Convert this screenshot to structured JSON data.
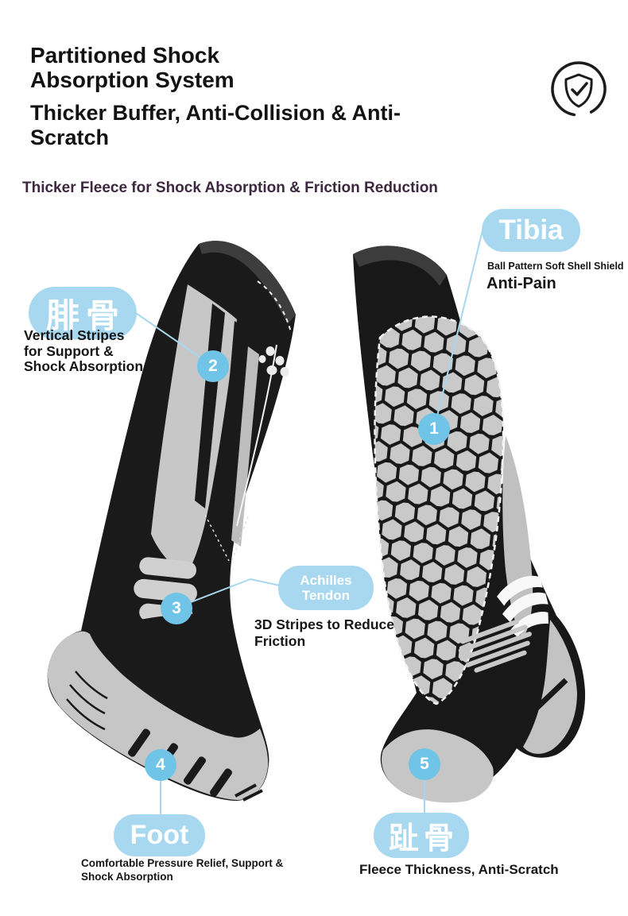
{
  "header": {
    "title_line1": "Partitioned Shock",
    "title_line2": "Absorption System",
    "subtitle_line1": "Thicker Buffer, Anti-Collision & Anti-",
    "subtitle_line2": "Scratch"
  },
  "tagline": {
    "text": "Thicker Fleece for Shock Absorption & Friction Reduction"
  },
  "callouts": {
    "tibia": {
      "number": "1",
      "label": "Tibia",
      "sub_label": "Ball Pattern Soft Shell Shield",
      "highlight": "Anti-Pain"
    },
    "fibula": {
      "number": "2",
      "label": "腓骨",
      "desc_lines": [
        "Vertical Stripes",
        "for Support &",
        "Shock Absorption"
      ]
    },
    "achilles": {
      "number": "3",
      "label_lines": [
        "Achilles",
        "Tendon"
      ],
      "desc_lines": [
        "3D Stripes to Reduce",
        "Friction"
      ]
    },
    "foot": {
      "number": "4",
      "label": "Foot",
      "desc_lines": [
        "Comfortable Pressure Relief, Support &",
        "Shock Absorption"
      ]
    },
    "toe": {
      "number": "5",
      "label": "趾骨",
      "desc": "Fleece Thickness, Anti-Scratch"
    }
  },
  "icons": {
    "badge": "shield-check-icon"
  },
  "colors": {
    "background": "#ffffff",
    "heading_text": "#121212",
    "tagline_text": "#3d2840",
    "callout_bubble": "#a8d8ef",
    "marker_circle": "#6fc4e8",
    "connector_line": "#a6d7ee",
    "sock_black": "#1a1a1a",
    "sock_gray": "#c6c6c6"
  }
}
